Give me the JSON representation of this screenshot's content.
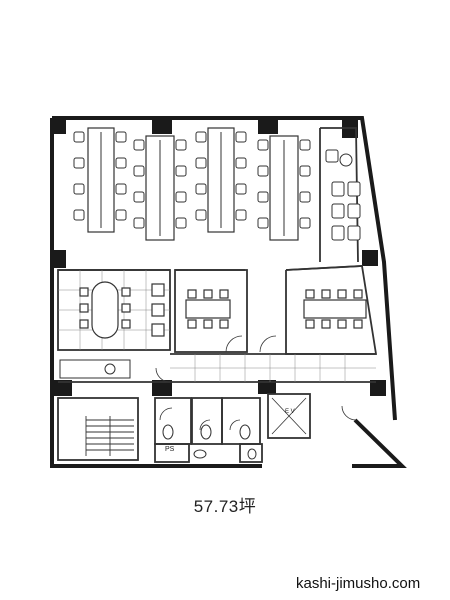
{
  "floor_plan": {
    "area": "57.73坪",
    "room_labels": {
      "ps": "PS",
      "ev": "E V"
    }
  },
  "footer": {
    "site": "kashi-jimusho.com"
  },
  "colors": {
    "wall": "#1a1a1a",
    "line": "#333333",
    "paper": "#ffffff"
  }
}
